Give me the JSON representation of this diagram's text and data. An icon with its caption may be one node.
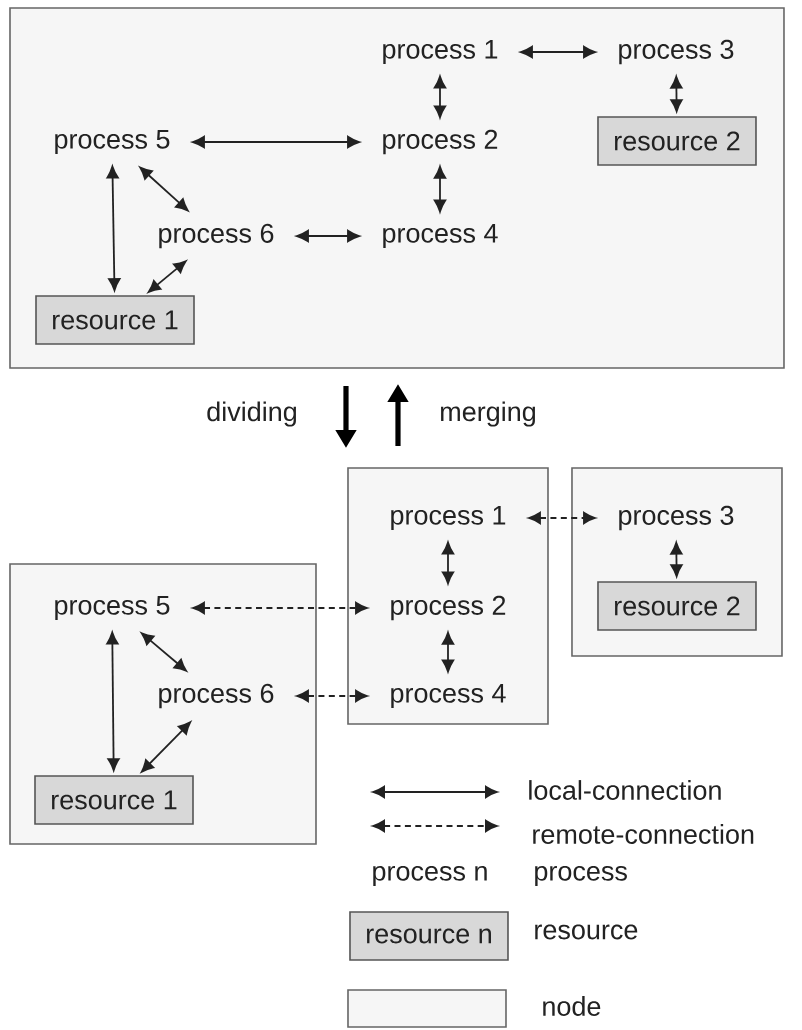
{
  "diagram": {
    "nodes": [
      {
        "text": [],
        "shape": "box"
      },
      {
        "text": [
          "process 1"
        ],
        "in": 0
      },
      {
        "text": [
          "process 3"
        ],
        "in": 0
      },
      {
        "text": [
          "process 5"
        ],
        "in": 0
      },
      {
        "text": [
          "process 2"
        ],
        "in": 0
      },
      {
        "text": [
          "resource 2"
        ],
        "in": 0
      },
      {
        "text": [
          "process 6"
        ],
        "in": 0
      },
      {
        "text": [
          "process 4"
        ],
        "in": 0
      },
      {
        "text": [
          "resource 1"
        ],
        "in": 0
      },
      {
        "text": [],
        "shape": "box"
      },
      {
        "text": [],
        "shape": "box"
      },
      {
        "text": [],
        "shape": "box"
      },
      {
        "text": [
          "process 1"
        ],
        "in": 9
      },
      {
        "text": [
          "process 3"
        ],
        "in": 10
      },
      {
        "text": [
          "process 5"
        ],
        "in": 11
      },
      {
        "text": [
          "process 2"
        ],
        "in": 9
      },
      {
        "text": [
          "resource 2"
        ],
        "in": 10
      },
      {
        "text": [
          "process 6"
        ],
        "in": 11
      },
      {
        "text": [
          "process 4"
        ],
        "in": 9
      },
      {
        "text": [
          "resource 1"
        ],
        "in": 11
      }
    ],
    "edges": [
      {
        "from": 1,
        "to": 2,
        "arrow": "both"
      },
      {
        "from": 1,
        "to": 4,
        "arrow": "both"
      },
      {
        "from": 2,
        "to": 5,
        "arrow": "both"
      },
      {
        "from": 3,
        "to": 4,
        "arrow": "both"
      },
      {
        "from": 4,
        "to": 7,
        "arrow": "both"
      },
      {
        "from": 3,
        "to": 6,
        "arrow": "both"
      },
      {
        "from": 6,
        "to": 7,
        "arrow": "both"
      },
      {
        "from": 3,
        "to": 8,
        "arrow": "both"
      },
      {
        "from": 8,
        "to": 6,
        "arrow": "both"
      },
      {
        "from": 12,
        "to": 13,
        "arrow": "both",
        "style": "dashed"
      },
      {
        "from": 12,
        "to": 15,
        "arrow": "both"
      },
      {
        "from": 13,
        "to": 16,
        "arrow": "both"
      },
      {
        "from": 14,
        "to": 15,
        "arrow": "both",
        "style": "dashed"
      },
      {
        "from": 15,
        "to": 18,
        "arrow": "both"
      },
      {
        "from": 14,
        "to": 17,
        "arrow": "both"
      },
      {
        "from": 17,
        "to": 18,
        "arrow": "both",
        "style": "dashed"
      },
      {
        "from": 14,
        "to": 19,
        "arrow": "both"
      },
      {
        "from": 19,
        "to": 17,
        "arrow": "both"
      }
    ],
    "labels": [
      "dividing",
      "merging",
      "process n",
      "resource n"
    ],
    "legend": [
      {
        "text": "local-connection"
      },
      {
        "text": "remote-connection"
      },
      {
        "text": "process"
      },
      {
        "text": "resource"
      },
      {
        "text": "node"
      }
    ]
  }
}
